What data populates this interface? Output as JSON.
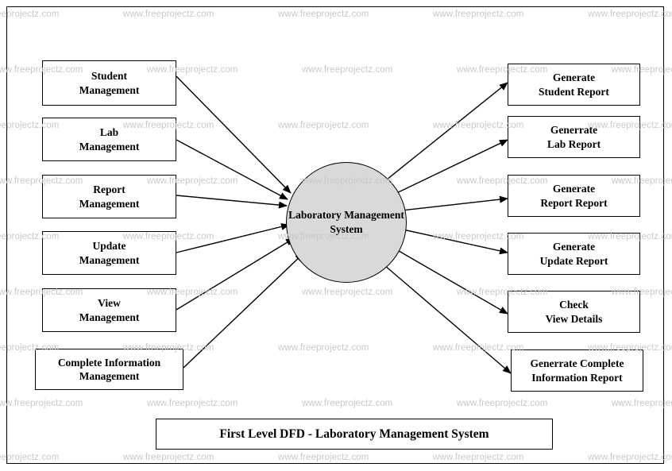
{
  "diagram": {
    "title": "First Level DFD - Laboratory Management System",
    "process": {
      "label": "Laboratory\nManagement\nSystem",
      "line1": "Laboratory",
      "line2": "Management",
      "line3": "System",
      "fill": "#d9d9d9",
      "stroke": "#000000"
    },
    "inputs": [
      {
        "id": "student-management",
        "line1": "Student",
        "line2": "Management"
      },
      {
        "id": "lab-management",
        "line1": "Lab",
        "line2": "Management"
      },
      {
        "id": "report-management",
        "line1": "Report",
        "line2": "Management"
      },
      {
        "id": "update-management",
        "line1": "Update",
        "line2": "Management"
      },
      {
        "id": "view-management",
        "line1": "View",
        "line2": "Management"
      },
      {
        "id": "complete-information-management",
        "line1": "Complete Information",
        "line2": "Management"
      }
    ],
    "outputs": [
      {
        "id": "generate-student-report",
        "line1": "Generate",
        "line2": "Student Report"
      },
      {
        "id": "generate-lab-report",
        "line1": "Generrate",
        "line2": "Lab Report"
      },
      {
        "id": "generate-report-report",
        "line1": "Generate",
        "line2": "Report Report"
      },
      {
        "id": "generate-update-report",
        "line1": "Generate",
        "line2": "Update Report"
      },
      {
        "id": "check-view-details",
        "line1": "Check",
        "line2": "View Details"
      },
      {
        "id": "generate-complete-information-report",
        "line1": "Generrate Complete",
        "line2": "Information Report"
      }
    ]
  },
  "watermark": {
    "text": "www.freeprojectz.com",
    "color": "#c9c9c9"
  }
}
